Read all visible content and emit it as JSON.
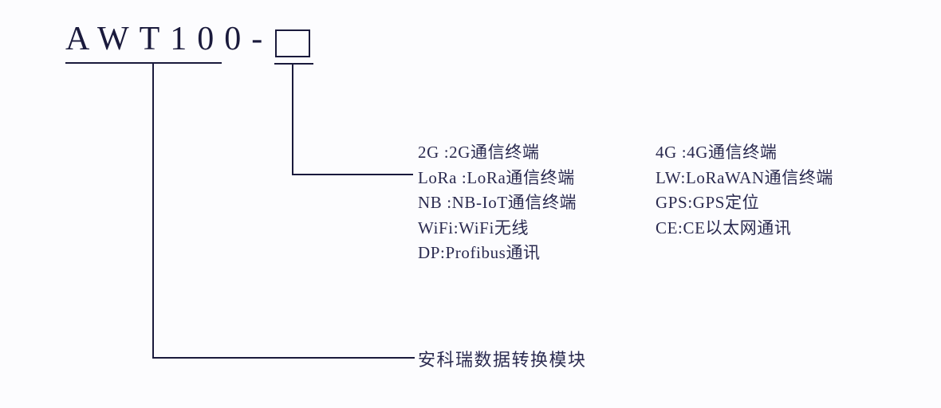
{
  "diagram": {
    "model_code": "AWT100-",
    "box_placeholder": "",
    "bottom_label": "安科瑞数据转换模块",
    "options_left": [
      "2G :2G通信终端",
      "LoRa :LoRa通信终端",
      "NB :NB-IoT通信终端",
      "WiFi:WiFi无线",
      "DP:Profibus通讯"
    ],
    "options_right": [
      "4G :4G通信终端",
      "LW:LoRaWAN通信终端",
      "GPS:GPS定位",
      "CE:CE以太网通讯"
    ],
    "colors": {
      "background": "#fcfcfe",
      "ink": "#1a1a3c",
      "text": "#2b2b50"
    }
  }
}
